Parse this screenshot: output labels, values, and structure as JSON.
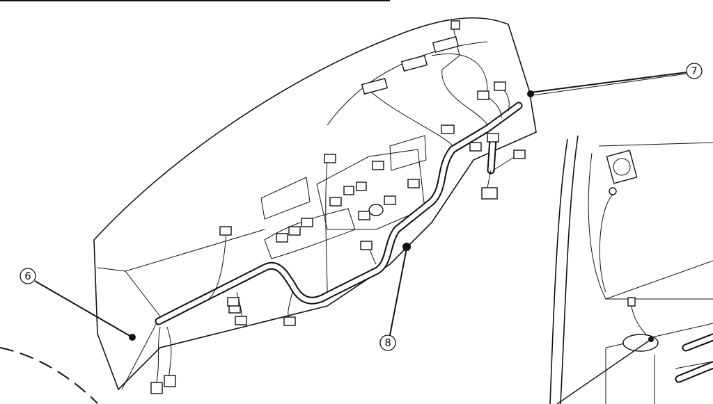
{
  "diagram": {
    "callouts": [
      {
        "id": "callout-6",
        "label": "6"
      },
      {
        "id": "callout-7",
        "label": "7"
      },
      {
        "id": "callout-8",
        "label": "8"
      }
    ]
  }
}
